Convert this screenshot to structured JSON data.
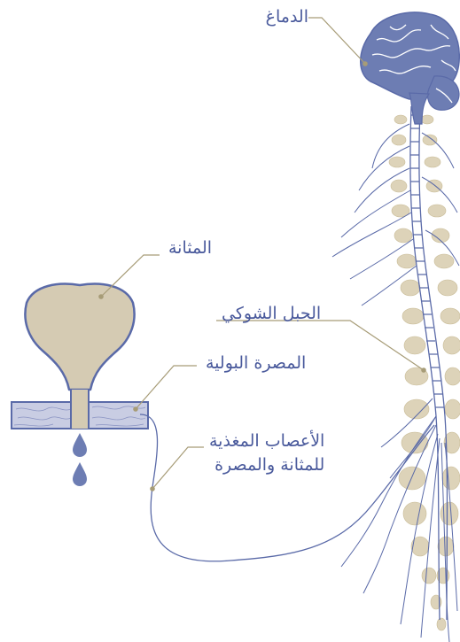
{
  "labels": {
    "brain": "الدماغ",
    "bladder": "المثانة",
    "spinal_cord": "الحبل الشوكي",
    "urethra": "المصرة البولية",
    "nerves_line1": "الأعصاب المغذية",
    "nerves_line2": "للمثانة والمصرة"
  },
  "colors": {
    "label_text": "#4a5a9c",
    "outline": "#5a6aa8",
    "brain_fill": "#6d7db3",
    "bladder_fill": "#d5cbb3",
    "urethra_band": "#c9cde3",
    "drop_fill": "#6d7db3",
    "leader_line": "#a79c77",
    "vertebra_fill": "#ddd3b9"
  }
}
